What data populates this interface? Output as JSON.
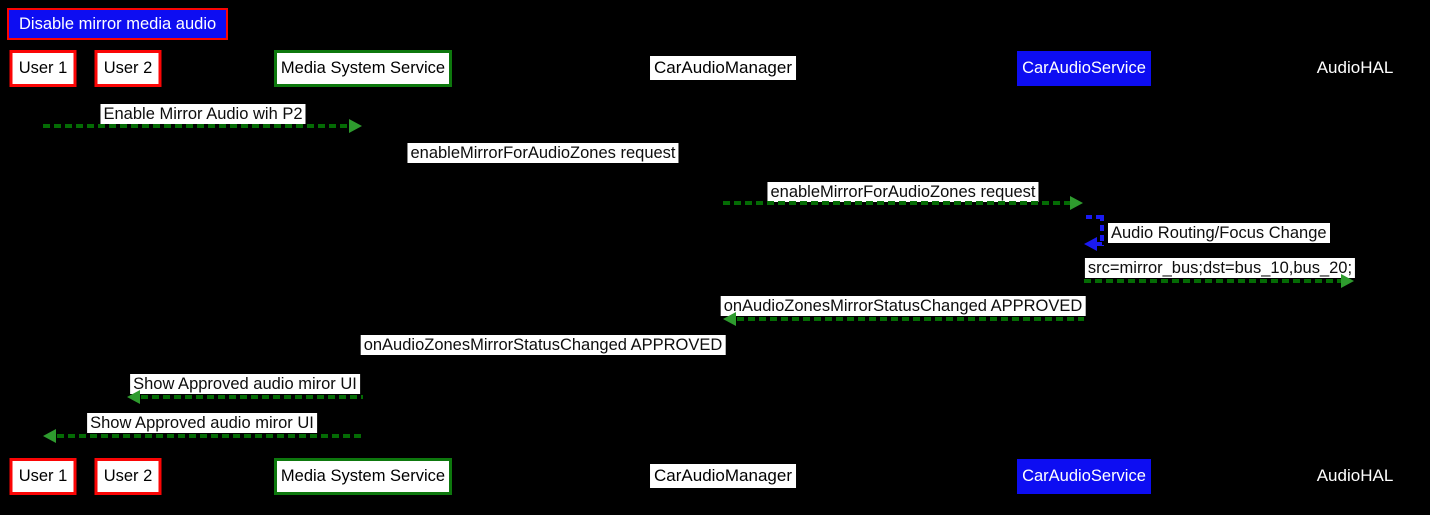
{
  "diagram": {
    "title": "Disable mirror media audio",
    "actors": [
      {
        "id": "user-1",
        "label": "User 1",
        "box": "white-fill-red-border"
      },
      {
        "id": "user-2",
        "label": "User 2",
        "box": "white-fill-red-border"
      },
      {
        "id": "media-system-service",
        "label": "Media System Service",
        "box": "white-fill-green-border"
      },
      {
        "id": "car-audio-manager",
        "label": "CarAudioManager",
        "box": "white-label"
      },
      {
        "id": "car-audio-service",
        "label": "CarAudioService",
        "box": "blue-fill"
      },
      {
        "id": "audio-hal",
        "label": "AudioHAL",
        "box": "plain-text"
      }
    ],
    "messages": [
      {
        "from": "User 1",
        "to": "Media System Service",
        "label": "Enable Mirror Audio wih P2",
        "style": "green-dashed-right"
      },
      {
        "from": "Media System Service",
        "to": "CarAudioManager",
        "label": "enableMirrorForAudioZones request",
        "style": "hidden-arrow"
      },
      {
        "from": "CarAudioManager",
        "to": "CarAudioService",
        "label": "enableMirrorForAudioZones request",
        "style": "green-dashed-right"
      },
      {
        "from": "CarAudioService",
        "to": "CarAudioService",
        "label": "Audio Routing/Focus Change",
        "style": "blue-dashed-self"
      },
      {
        "from": "CarAudioService",
        "to": "AudioHAL",
        "label": "src=mirror_bus;dst=bus_10,bus_20;",
        "style": "green-dashed-right"
      },
      {
        "from": "CarAudioService",
        "to": "CarAudioManager",
        "label": "onAudioZonesMirrorStatusChanged APPROVED",
        "style": "green-dashed-left"
      },
      {
        "from": "CarAudioManager",
        "to": "Media System Service",
        "label": "onAudioZonesMirrorStatusChanged APPROVED",
        "style": "hidden-arrow"
      },
      {
        "from": "Media System Service",
        "to": "User 2",
        "label": "Show Approved audio miror UI",
        "style": "green-dashed-left"
      },
      {
        "from": "Media System Service",
        "to": "User 1",
        "label": "Show Approved audio miror UI",
        "style": "green-dashed-left"
      }
    ],
    "colors": {
      "background": "#000000",
      "arrow_green": "#046b04",
      "arrowhead_green": "#2e9b2e",
      "arrow_blue": "#1a1af2",
      "box_red_border": "#fb0505",
      "box_green_border": "#0d780d",
      "box_blue_fill": "#0d0df2",
      "label_background": "#ffffff"
    }
  }
}
